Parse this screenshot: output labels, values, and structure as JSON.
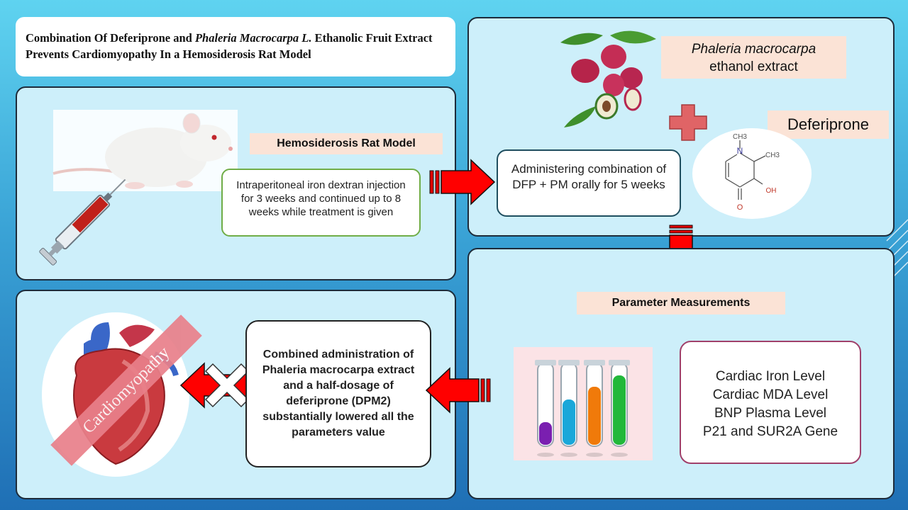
{
  "title": {
    "part1": "Combination Of Deferiprone and ",
    "italic": "Phaleria Macrocarpa L.",
    "part2": " Ethanolic Fruit Extract Prevents Cardiomyopathy In a Hemosiderosis Rat Model"
  },
  "rat_panel": {
    "label": "Hemosiderosis Rat Model",
    "description": "Intraperitoneal iron dextran injection for 3 weeks and continued up to 8 weeks while treatment is given"
  },
  "treatment_panel": {
    "extract_label_italic": "Phaleria macrocarpa",
    "extract_label_rest": "ethanol extract",
    "drug_label": "Deferiprone",
    "administration": "Administering combination of DFP + PM orally for 5 weeks",
    "molecule_labels": {
      "methyl_n": "CH3",
      "methyl_c": "CH3",
      "hydroxyl": "OH",
      "oxygen": "O",
      "nitrogen": "N"
    }
  },
  "parameters_panel": {
    "label": "Parameter Measurements",
    "items": [
      "Cardiac Iron Level",
      "Cardiac MDA Level",
      "BNP Plasma Level",
      "P21 and SUR2A Gene"
    ]
  },
  "result_panel": {
    "conclusion": "Combined administration of Phaleria macrocarpa extract and a half-dosage of deferiprone (DPM2) substantially lowered all the parameters value",
    "heart_banner": "Cardiomyopathy"
  },
  "colors": {
    "panel_bg": "#cdeffa",
    "label_bg": "#fbe3d6",
    "arrow_red": "#ff0000",
    "tube_colors": [
      "#7a1fb0",
      "#1aa7d9",
      "#f07a0a",
      "#22b83a"
    ]
  }
}
